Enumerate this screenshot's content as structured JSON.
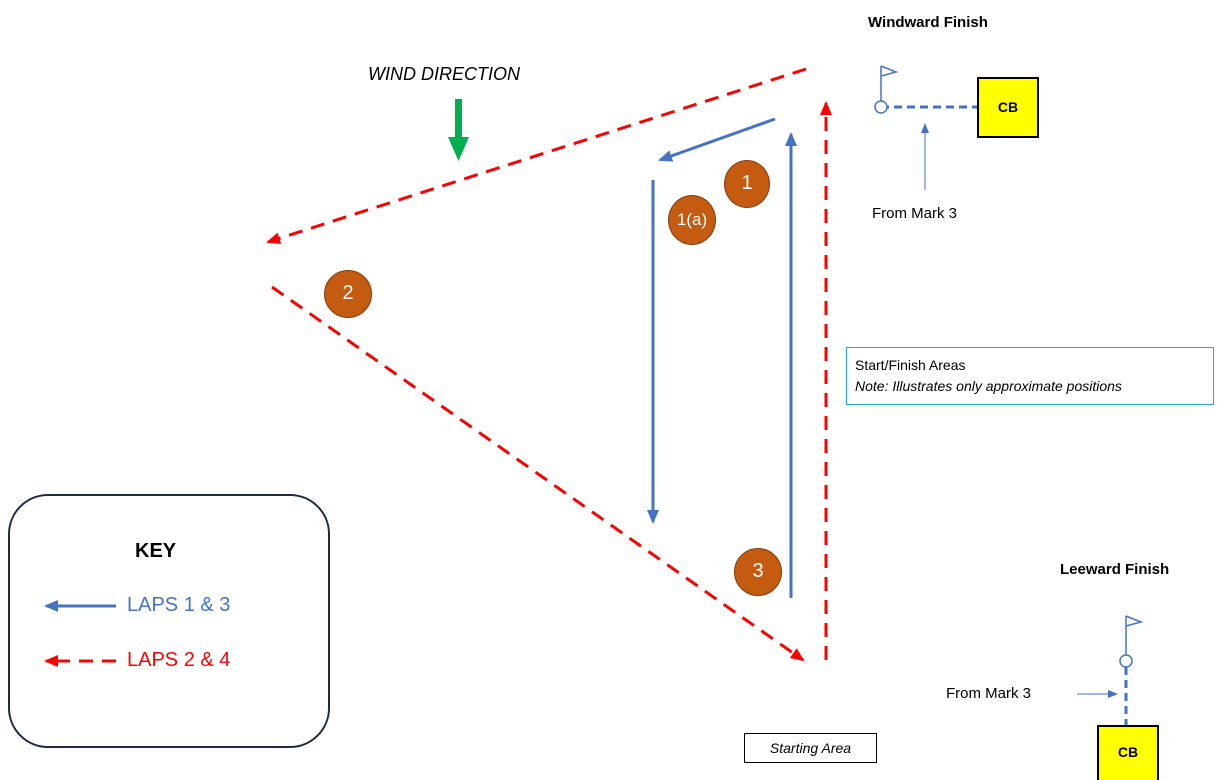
{
  "diagram": {
    "wind_label": "WIND DIRECTION",
    "windward_finish_title": "Windward Finish",
    "leeward_finish_title": "Leeward Finish",
    "from_mark_windward": "From Mark 3",
    "from_mark_leeward": "From Mark 3",
    "committee_boat_windward": "CB",
    "committee_boat_leeward": "CB",
    "start_finish_title": "Start/Finish Areas",
    "start_finish_note": "Note: Illustrates only approximate positions",
    "starting_area_label": "Starting Area",
    "marks": {
      "mark_1": "1",
      "mark_1a": "1(a)",
      "mark_2": "2",
      "mark_3": "3"
    },
    "key": {
      "title": "KEY",
      "blue_label": "LAPS 1 & 3",
      "red_label": "LAPS 2 & 4"
    },
    "colors": {
      "blue_course": "#4472c4",
      "red_course": "#ff0000",
      "wind_arrow": "#00b050",
      "mark_fill": "#c55a11",
      "committee_boat": "#ffff00",
      "info_border": "#2aa7d4"
    },
    "icons": {
      "wind": "down-arrow-icon",
      "flag": "flag-icon",
      "mark": "buoy-circle"
    }
  }
}
